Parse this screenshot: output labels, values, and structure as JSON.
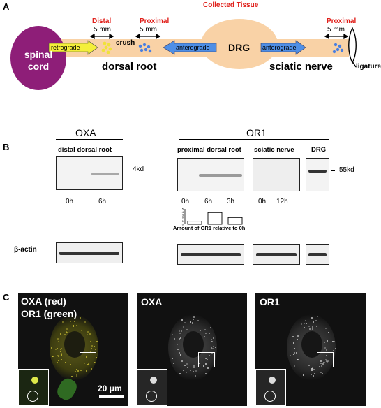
{
  "panel_a": {
    "letter": "A",
    "collected_tissue": "Collected Tissue",
    "distal": "Distal",
    "proximal_left": "Proximal",
    "proximal_right": "Proximal",
    "mm_1": "5 mm",
    "mm_2": "5 mm",
    "mm_3": "5 mm",
    "crush": "crush",
    "retrograde": "retrograde",
    "anterograde_left": "anterograde",
    "anterograde_right": "anterograde",
    "drg": "DRG",
    "spinal_cord": "spinal\ncord",
    "dorsal_root": "dorsal root",
    "sciatic_nerve": "sciatic nerve",
    "ligature": "ligature",
    "colors": {
      "cord": "#8e1e78",
      "nerve": "#f9d2a6",
      "red": "#e0201b",
      "arrow_blue": "#4f8fe6",
      "arrow_yellow": "#f4ef3a"
    }
  },
  "panel_b": {
    "letter": "B",
    "oxa_title": "OXA",
    "or1_title": "OR1",
    "distal_dorsal_root": "distal dorsal root",
    "proximal_dorsal_root": "proximal dorsal root",
    "sciatic_nerve": "sciatic nerve",
    "drg": "DRG",
    "kd4": "4kd",
    "kd55": "55kd",
    "t_oxa": [
      "0h",
      "6h"
    ],
    "t_prox": [
      "0h",
      "6h",
      "3h"
    ],
    "t_sci": [
      "0h",
      "12h"
    ],
    "bar_caption": "Amount of OR1 relative to 0h",
    "bar_ticks": [
      "5",
      "4",
      "3",
      "2",
      "1",
      "0"
    ],
    "beta_actin": "β-actin",
    "chart_data": {
      "type": "bar",
      "categories": [
        "0h",
        "6h",
        "3h"
      ],
      "values": [
        1,
        3.8,
        2.2
      ],
      "ylim": [
        0,
        5
      ]
    }
  },
  "panel_c": {
    "letter": "C",
    "merge_label_1": "OXA (red)",
    "merge_label_2": "OR1 (green)",
    "oxa": "OXA",
    "or1": "OR1",
    "scale": "20 μm"
  }
}
